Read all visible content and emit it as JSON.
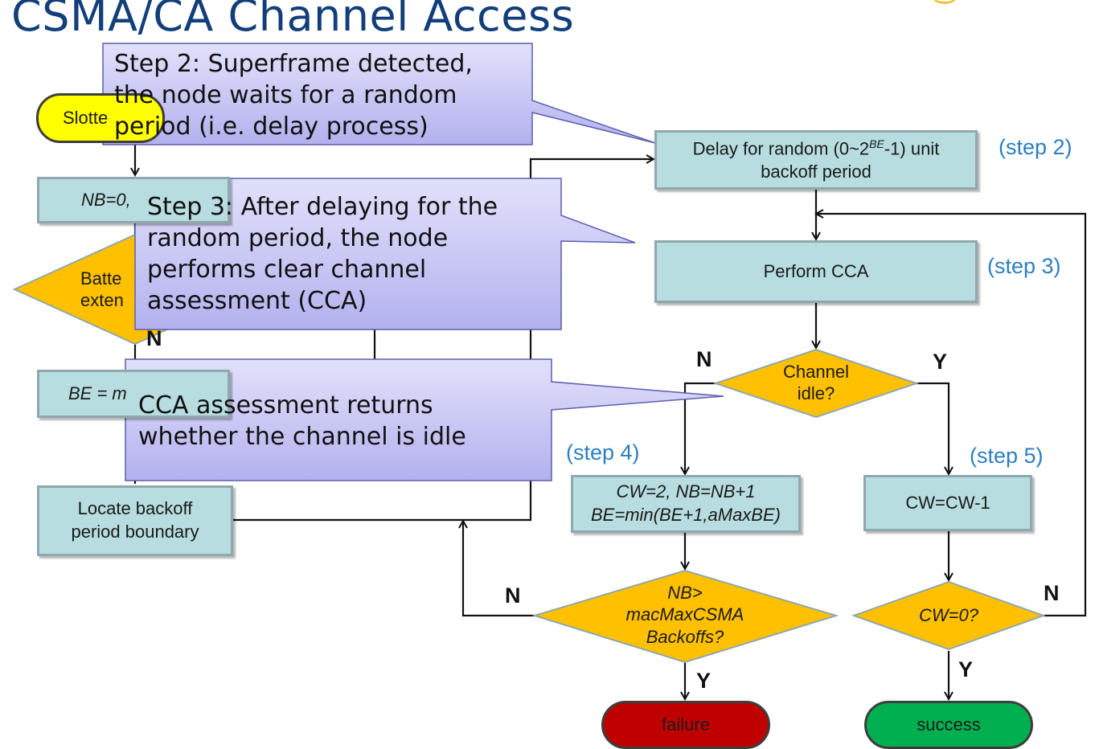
{
  "title": "CSMA/CA Channel Access",
  "colors": {
    "title": "#123f7a",
    "process_box": "#b7dde0",
    "decision": "#ffc000",
    "start": "#ffff00",
    "failure": "#c00000",
    "success": "#00b050",
    "step_label": "#2b7fc1",
    "callout": "#c9c8f5"
  },
  "left_column": {
    "start": "Slotte",
    "init": "NB=0,",
    "battery_line1": "Batte",
    "battery_line2": "exten",
    "battery_no": "N",
    "be": "BE = m",
    "locate_line1": "Locate backoff",
    "locate_line2": "period boundary"
  },
  "right_column": {
    "delay_line1_pre": "Delay for random (0~2",
    "delay_sup": "BE",
    "delay_line1_post": "-1) unit",
    "delay_line2": "backoff period",
    "cca": "Perform CCA",
    "idle_line1": "Channel",
    "idle_line2": "idle?",
    "idle_no": "N",
    "idle_yes": "Y",
    "step4_box_line1": "CW=2, NB=NB+1",
    "step4_box_line2": "BE=min(BE+1,aMaxBE)",
    "cw_dec": "CW=CW-1",
    "nb_line1": "NB>",
    "nb_line2": "macMaxCSMA",
    "nb_line3": "Backoffs?",
    "nb_no": "N",
    "nb_yes": "Y",
    "cw_check": "CW=0?",
    "cw_no": "N",
    "cw_yes": "Y",
    "failure": "failure",
    "success": "success"
  },
  "step_labels": {
    "step2": "(step 2)",
    "step3": "(step 3)",
    "step4": "(step 4)",
    "step5": "(step 5)"
  },
  "callouts": {
    "step2_line1": "Step 2: Superframe detected,",
    "step2_line2": "the node waits for a random",
    "step2_line3": "period (i.e. delay process)",
    "step3_line1": "Step 3: After delaying for the",
    "step3_line2": "random period, the node",
    "step3_line3": "performs clear channel",
    "step3_line4": "assessment (CCA)",
    "cca_line1": "CCA assessment returns",
    "cca_line2": "whether the channel is idle"
  }
}
